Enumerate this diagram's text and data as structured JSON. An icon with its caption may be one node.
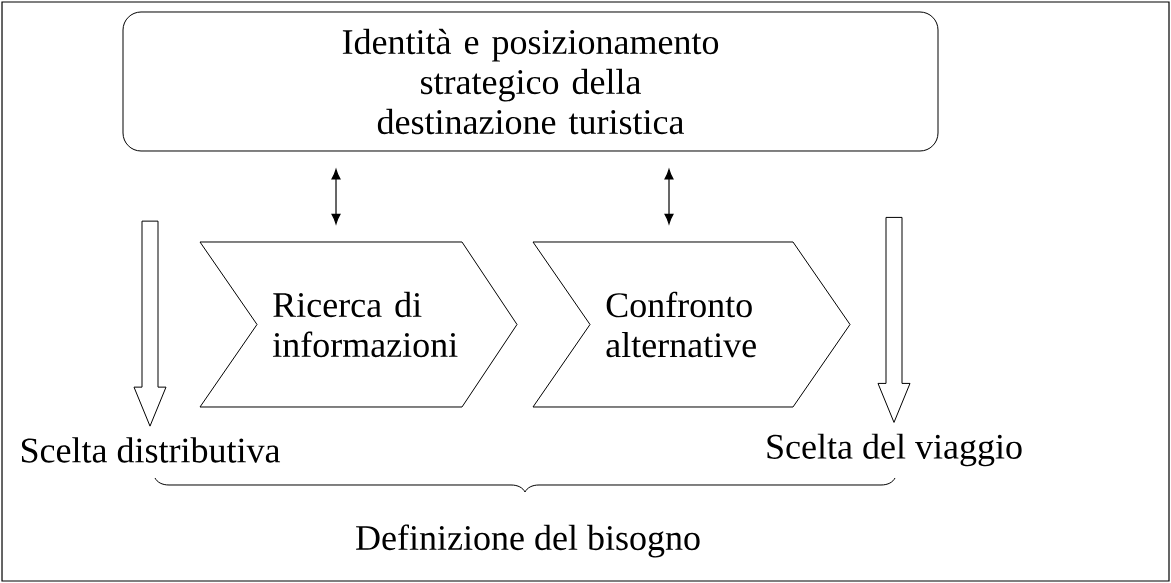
{
  "diagram": {
    "nodes": [
      {
        "text": [
          "Identità e posizionamento strategico della destinazione turistica"
        ]
      },
      {
        "text": [
          "Ricerca di informazioni"
        ]
      },
      {
        "text": [
          "Confronto alternative"
        ]
      },
      {
        "text": [
          "Scelta distributiva"
        ]
      },
      {
        "text": [
          "Scelta del viaggio"
        ]
      }
    ],
    "edges": [
      {
        "from": 0,
        "to": 1,
        "arrow": "both"
      },
      {
        "from": 0,
        "to": 2,
        "arrow": "both"
      },
      {
        "from": null,
        "to": 3,
        "arrow": "to",
        "style": "thick"
      },
      {
        "from": null,
        "to": 4,
        "arrow": "to",
        "style": "thick"
      }
    ],
    "labels": [
      "Definizione del bisogno"
    ]
  }
}
